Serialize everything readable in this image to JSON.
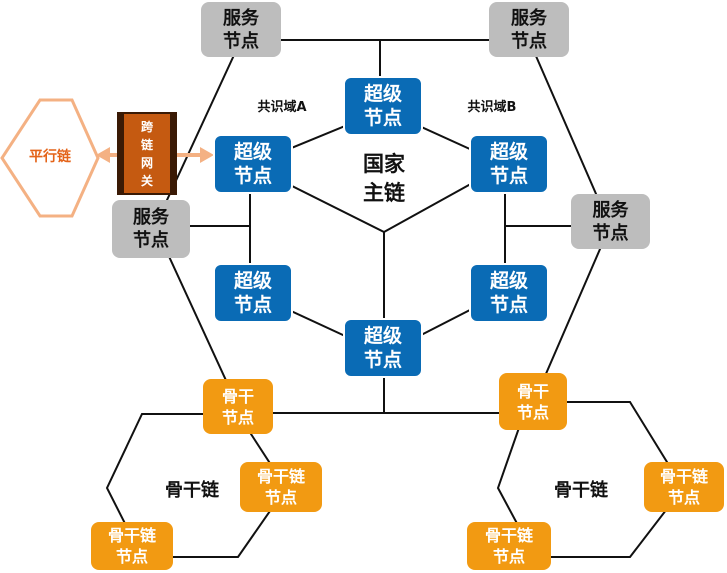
{
  "core": {
    "name": "国家\n主链"
  },
  "domains": {
    "a": "共识域A",
    "b": "共识域B"
  },
  "super_nodes": [
    "超级\n节点",
    "超级\n节点",
    "超级\n节点",
    "超级\n节点",
    "超级\n节点",
    "超级\n节点"
  ],
  "service_nodes": [
    "服务\n节点",
    "服务\n节点",
    "服务\n节点",
    "服务\n节点"
  ],
  "backbone_nodes": [
    "骨干\n节点",
    "骨干\n节点"
  ],
  "backbone_chain_nodes": [
    "骨干链\n节点",
    "骨干链\n节点",
    "骨干链\n节点",
    "骨干链\n节点"
  ],
  "backbone_chains": [
    "骨干链",
    "骨干链"
  ],
  "parallel_chain": "平行链",
  "gateway": "跨\n链\n网\n关",
  "colors": {
    "super": "#0a6bb5",
    "service": "#bdbdbd",
    "backbone": "#f29a12",
    "gateway": "#c55a11",
    "parallel": "#f4b183"
  }
}
